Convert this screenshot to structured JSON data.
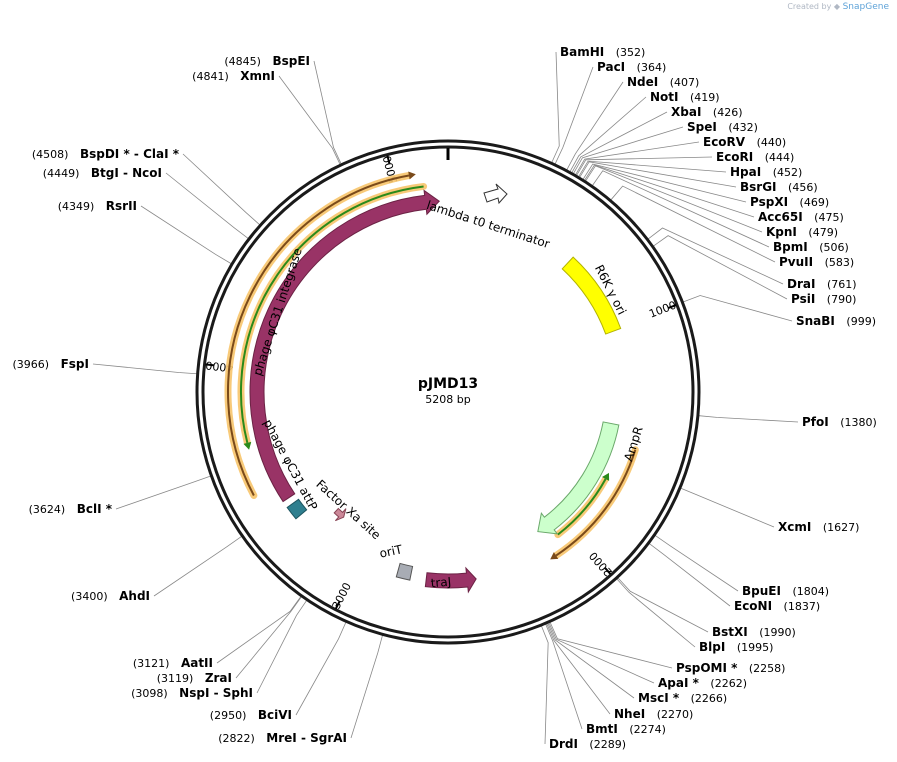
{
  "credit": {
    "prefix": "Created by",
    "brand": "SnapGene"
  },
  "plasmid": {
    "name": "pJMD13",
    "size_label": "5208 bp",
    "length": 5208
  },
  "tick_marks": [
    {
      "pos": 1000,
      "label": "1000"
    },
    {
      "pos": 2000,
      "label": "2000"
    },
    {
      "pos": 3000,
      "label": "3000"
    },
    {
      "pos": 4000,
      "label": "4000"
    },
    {
      "pos": 5000,
      "label": "5000"
    }
  ],
  "features": [
    {
      "name": "lambda t0 terminator",
      "type": "terminator",
      "start": 5150,
      "end": 5200,
      "color": "#ffffff"
    },
    {
      "name": "R6K γ ori",
      "type": "origin",
      "start": 620,
      "end": 1010,
      "color": "#ffff00"
    },
    {
      "name": "AmpR",
      "type": "gene",
      "start": 1460,
      "end": 2130,
      "color": "#ccffcc"
    },
    {
      "name": "traJ",
      "type": "gene",
      "start": 2480,
      "end": 2700,
      "color": "#993366"
    },
    {
      "name": "oriT",
      "type": "misc",
      "start": 2770,
      "end": 2830,
      "color": "#a8acb4"
    },
    {
      "name": "Factor Xa site",
      "type": "site",
      "start": 3180,
      "end": 3200,
      "color": "#cc8899"
    },
    {
      "name": "phage φC31 attP",
      "type": "misc",
      "start": 3330,
      "end": 3390,
      "color": "#2f7f8f"
    },
    {
      "name": "phage φC31 integrase",
      "type": "gene",
      "start": 3420,
      "end": 5170,
      "color": "#993366"
    }
  ],
  "enzymes": [
    {
      "name": "BamHI",
      "pos": 352
    },
    {
      "name": "PacI",
      "pos": 364
    },
    {
      "name": "NdeI",
      "pos": 407
    },
    {
      "name": "NotI",
      "pos": 419
    },
    {
      "name": "XbaI",
      "pos": 426
    },
    {
      "name": "SpeI",
      "pos": 432
    },
    {
      "name": "EcoRV",
      "pos": 440
    },
    {
      "name": "EcoRI",
      "pos": 444
    },
    {
      "name": "HpaI",
      "pos": 452
    },
    {
      "name": "BsrGI",
      "pos": 456
    },
    {
      "name": "PspXI",
      "pos": 469
    },
    {
      "name": "Acc65I",
      "pos": 475
    },
    {
      "name": "KpnI",
      "pos": 479
    },
    {
      "name": "BpmI",
      "pos": 506
    },
    {
      "name": "PvuII",
      "pos": 583
    },
    {
      "name": "DraI",
      "pos": 761
    },
    {
      "name": "PsiI",
      "pos": 790
    },
    {
      "name": "SnaBI",
      "pos": 999
    },
    {
      "name": "PfoI",
      "pos": 1380
    },
    {
      "name": "XcmI",
      "pos": 1627
    },
    {
      "name": "BpuEI",
      "pos": 1804
    },
    {
      "name": "EcoNI",
      "pos": 1837
    },
    {
      "name": "BstXI",
      "pos": 1990
    },
    {
      "name": "BlpI",
      "pos": 1995
    },
    {
      "name": "PspOMI *",
      "pos": 2258
    },
    {
      "name": "ApaI *",
      "pos": 2262
    },
    {
      "name": "MscI *",
      "pos": 2266
    },
    {
      "name": "NheI",
      "pos": 2270
    },
    {
      "name": "BmtI",
      "pos": 2274
    },
    {
      "name": "DrdI",
      "pos": 2289
    },
    {
      "name": "MreI  -  SgrAI",
      "pos": 2822
    },
    {
      "name": "BciVI",
      "pos": 2950
    },
    {
      "name": "NspI  -  SphI",
      "pos": 3098
    },
    {
      "name": "ZraI",
      "pos": 3119
    },
    {
      "name": "AatII",
      "pos": 3121
    },
    {
      "name": "AhdI",
      "pos": 3400
    },
    {
      "name": "BclI *",
      "pos": 3624
    },
    {
      "name": "FspI",
      "pos": 3966
    },
    {
      "name": "RsrII",
      "pos": 4349
    },
    {
      "name": "BtgI  -  NcoI",
      "pos": 4449
    },
    {
      "name": "BspDI *  -  ClaI *",
      "pos": 4508
    },
    {
      "name": "XmnI",
      "pos": 4841
    },
    {
      "name": "BspEI",
      "pos": 4845
    }
  ]
}
